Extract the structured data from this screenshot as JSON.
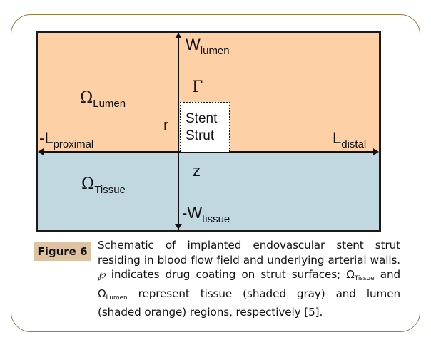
{
  "figure": {
    "badge_label": "Figure 6",
    "caption": {
      "line_part1": "Schematic of implanted endovascular stent strut residing in blood flow field and underlying arterial walls.",
      "drug_symbol": "℘",
      "line_part2": "indicates drug coating on strut surfaces;",
      "omega": "Ω",
      "tissue_sub": "Tissue",
      "and_word": "and",
      "lumen_sub": "Lumen",
      "line_part3": "represent tissue (shaded gray) and lumen (shaded orange) regions, respectively [5]."
    }
  },
  "diagram": {
    "colors": {
      "lumen": "#fdd0a5",
      "tissue": "#c2d8e1",
      "strut": "#ffffff",
      "border": "#1a1a1a",
      "badge": "#dec3a3",
      "frame": "#9a7a3e"
    },
    "labels": {
      "w_lumen_main": "W",
      "w_lumen_sub": "lumen",
      "gamma": "Γ",
      "omega_lumen_main": "Ω",
      "omega_lumen_sub": "Lumen",
      "r_axis": "r",
      "strut_line1": "Stent",
      "strut_line2": "Strut",
      "l_proximal_main": "-L",
      "l_proximal_sub": "proximal",
      "l_distal_main": "L",
      "l_distal_sub": "distal",
      "z_axis": "z",
      "omega_tissue_main": "Ω",
      "omega_tissue_sub": "Tissue",
      "w_tissue_main": "-W",
      "w_tissue_sub": "tissue"
    }
  }
}
